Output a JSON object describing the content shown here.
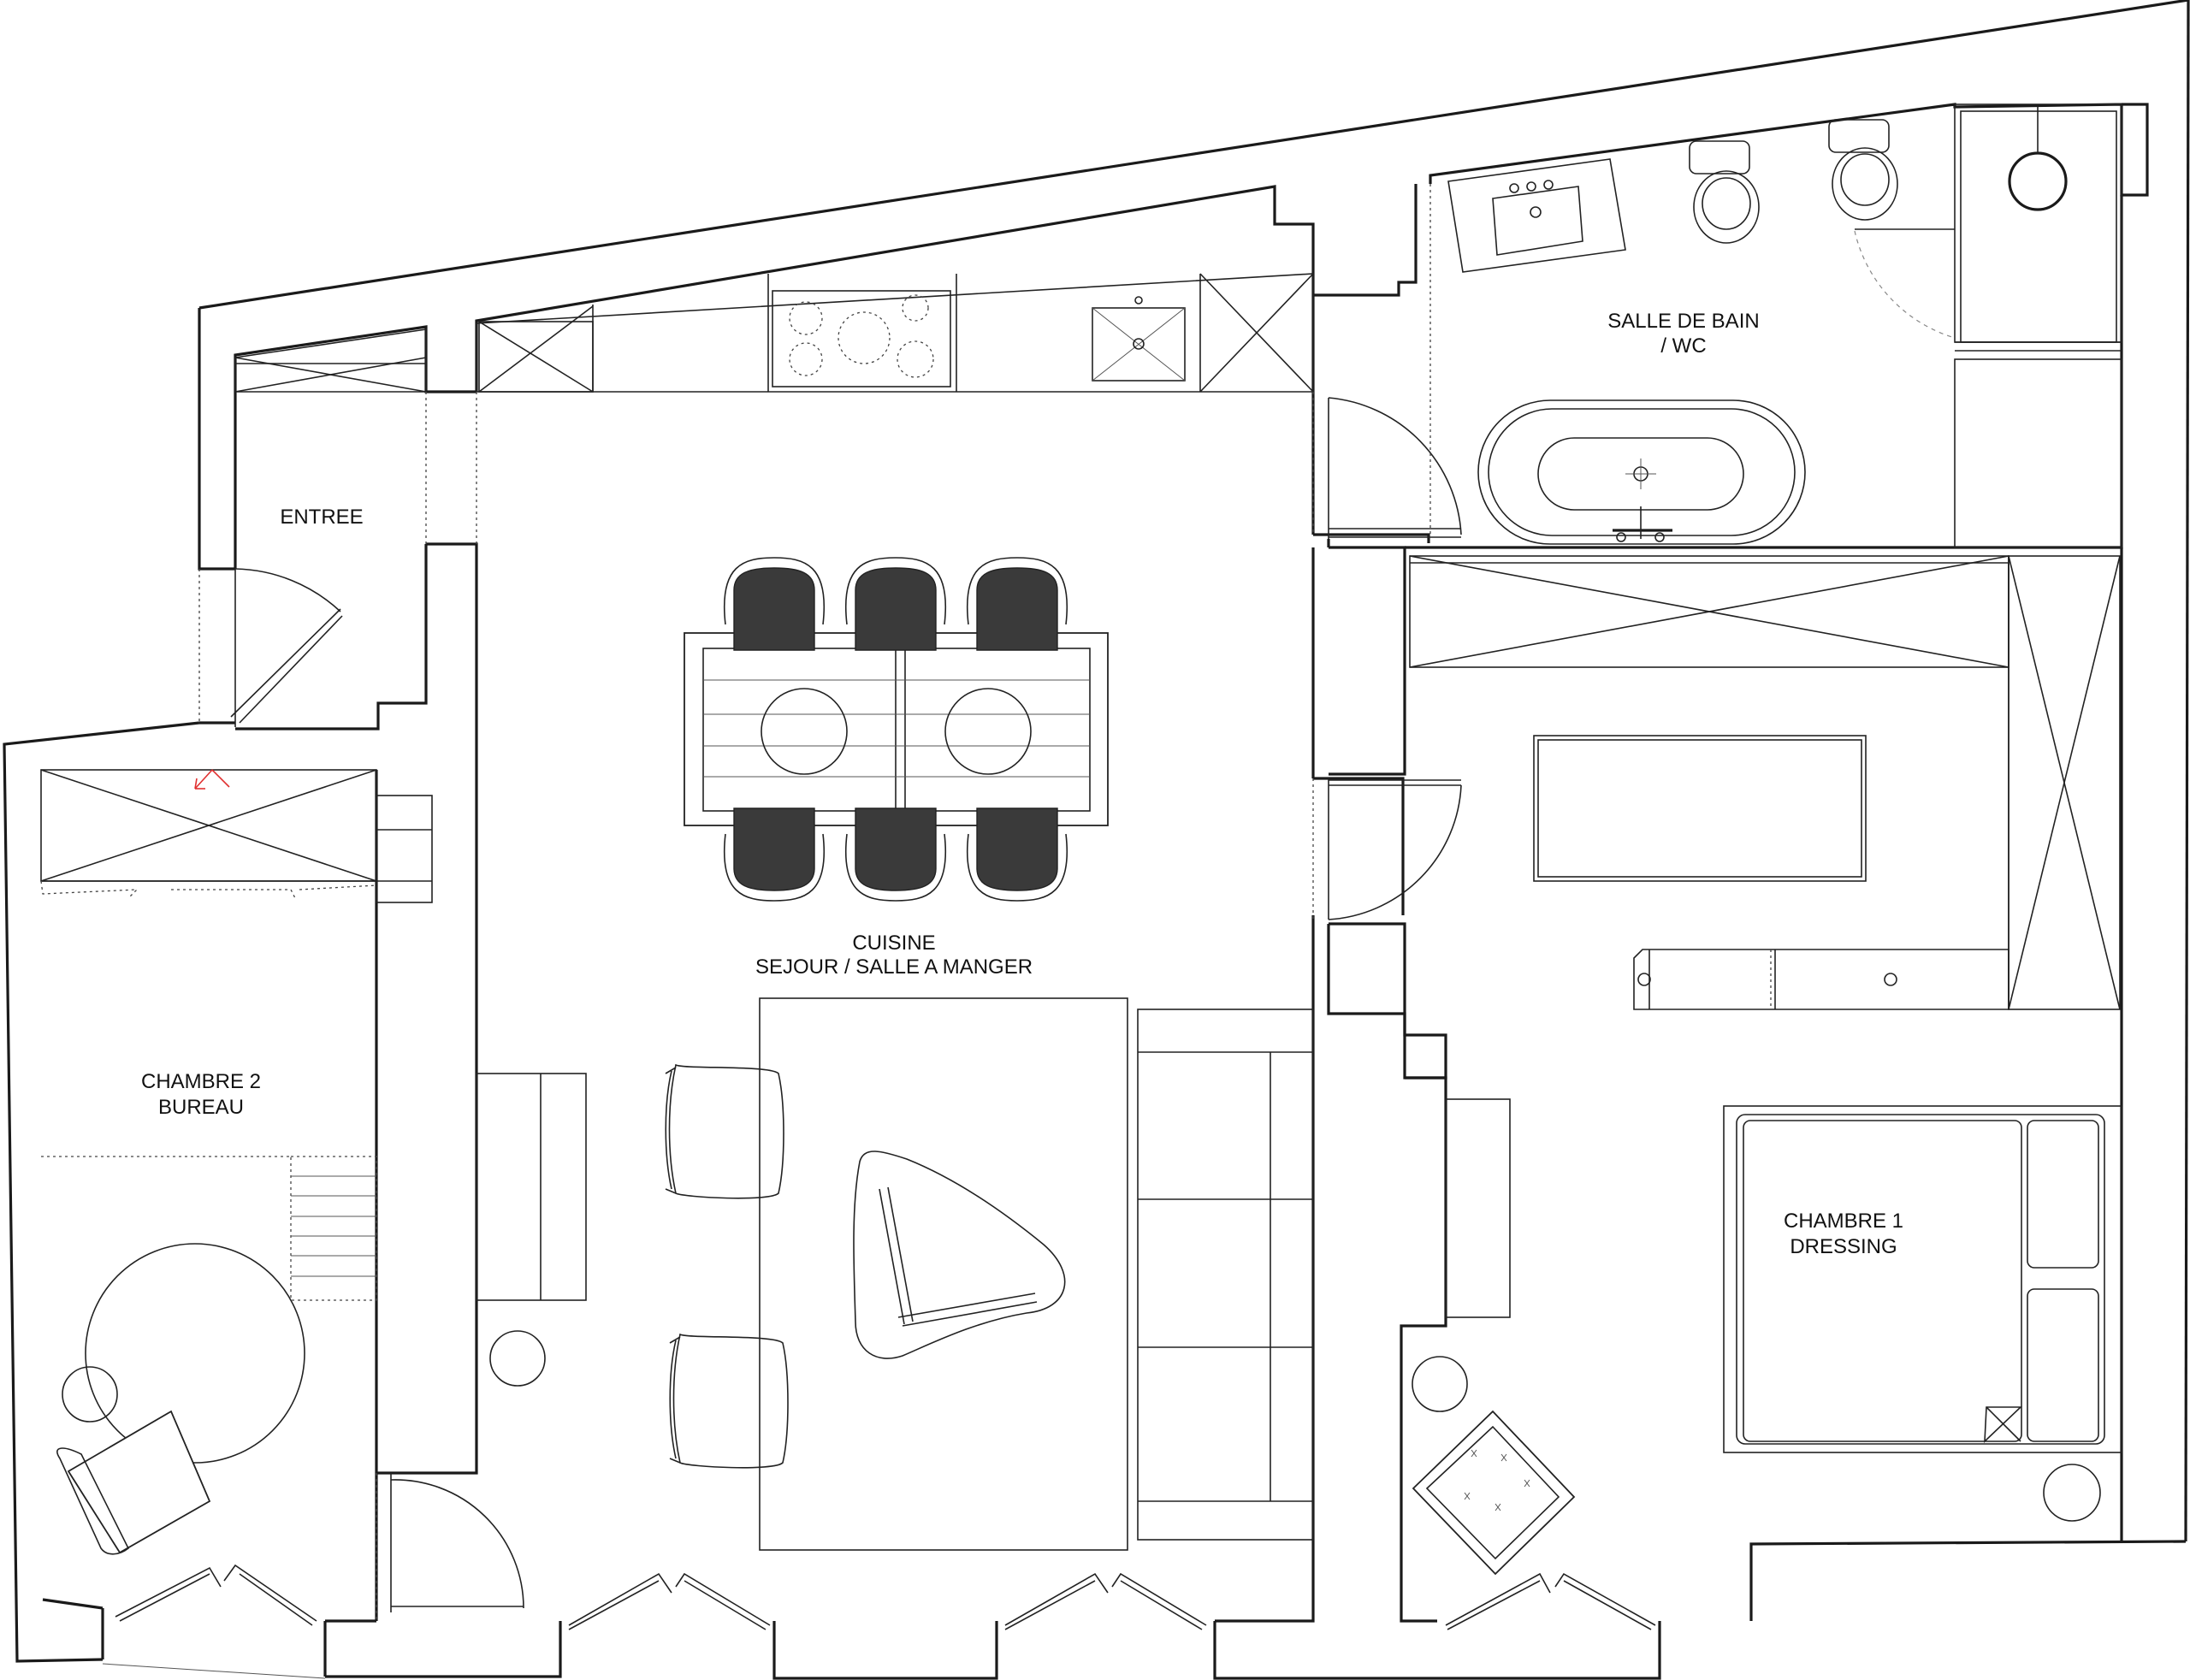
{
  "rooms": {
    "entree": {
      "line1": "ENTREE"
    },
    "sejour": {
      "line1": "CUISINE",
      "line2": "SEJOUR / SALLE A MANGER"
    },
    "bain": {
      "line1": "SALLE DE BAIN",
      "line2": "/ WC"
    },
    "chambre2": {
      "line1": "CHAMBRE 2",
      "line2": "BUREAU"
    },
    "chambre1": {
      "line1": "CHAMBRE 1",
      "line2": "DRESSING"
    }
  },
  "colors": {
    "wall": "#1a1a1a",
    "marker": "#e03030",
    "chair_fill": "#3a3a3a"
  }
}
